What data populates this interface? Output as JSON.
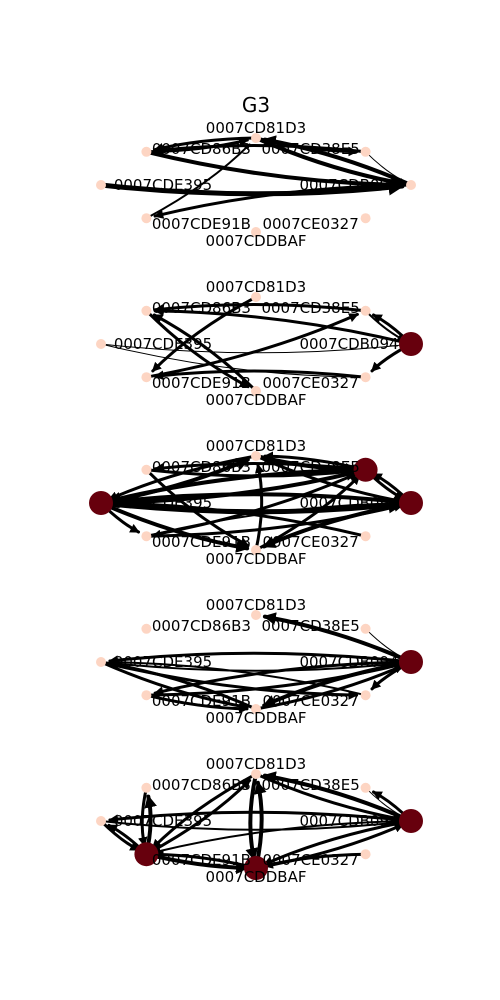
{
  "title": "G3",
  "node_ids": [
    "0007CD81D3",
    "0007CD38E5",
    "0007CDB094",
    "0007CE0327",
    "0007CDDBAF",
    "0007CDE91B",
    "0007CDE395",
    "0007CD86B3"
  ],
  "colors": {
    "node_hot": "#67000d",
    "node_cold": "#fdd5c3",
    "edge": "#000000",
    "text": "#000000"
  },
  "panels": [
    {
      "hot_nodes": [],
      "edges": [
        {
          "from": 0,
          "to": 7,
          "w": 3
        },
        {
          "from": 7,
          "to": 2,
          "w": 4
        },
        {
          "from": 2,
          "to": 0,
          "w": 4
        },
        {
          "from": 2,
          "to": 5,
          "w": 3
        },
        {
          "from": 6,
          "to": 2,
          "w": 5
        },
        {
          "from": 5,
          "to": 0,
          "w": 2
        },
        {
          "from": 0,
          "to": 1,
          "w": 3
        },
        {
          "from": 1,
          "to": 7,
          "w": 3
        },
        {
          "from": 1,
          "to": 2,
          "w": 1
        },
        {
          "from": 7,
          "to": 0,
          "w": 3
        },
        {
          "from": 0,
          "to": 2,
          "w": 4
        }
      ]
    },
    {
      "hot_nodes": [
        2
      ],
      "edges": [
        {
          "from": 0,
          "to": 5,
          "w": 3
        },
        {
          "from": 7,
          "to": 4,
          "w": 3
        },
        {
          "from": 1,
          "to": 7,
          "w": 3
        },
        {
          "from": 2,
          "to": 1,
          "w": 3
        },
        {
          "from": 1,
          "to": 2,
          "w": 2
        },
        {
          "from": 2,
          "to": 3,
          "w": 3
        },
        {
          "from": 3,
          "to": 5,
          "w": 3
        },
        {
          "from": 6,
          "to": 2,
          "w": 1
        },
        {
          "from": 5,
          "to": 1,
          "w": 3
        },
        {
          "from": 4,
          "to": 7,
          "w": 3
        },
        {
          "from": 6,
          "to": 3,
          "w": 1
        },
        {
          "from": 2,
          "to": 7,
          "w": 3
        }
      ]
    },
    {
      "hot_nodes": [
        1,
        2,
        6
      ],
      "edges": [
        {
          "from": 6,
          "to": 1,
          "w": 4
        },
        {
          "from": 6,
          "to": 2,
          "w": 5
        },
        {
          "from": 6,
          "to": 0,
          "w": 4
        },
        {
          "from": 0,
          "to": 6,
          "w": 3
        },
        {
          "from": 1,
          "to": 6,
          "w": 4
        },
        {
          "from": 2,
          "to": 6,
          "w": 4
        },
        {
          "from": 6,
          "to": 4,
          "w": 4
        },
        {
          "from": 6,
          "to": 5,
          "w": 3
        },
        {
          "from": 1,
          "to": 7,
          "w": 3
        },
        {
          "from": 7,
          "to": 1,
          "w": 3
        },
        {
          "from": 2,
          "to": 4,
          "w": 4
        },
        {
          "from": 4,
          "to": 1,
          "w": 3
        },
        {
          "from": 0,
          "to": 1,
          "w": 4
        },
        {
          "from": 1,
          "to": 0,
          "w": 3
        },
        {
          "from": 0,
          "to": 2,
          "w": 3
        },
        {
          "from": 5,
          "to": 1,
          "w": 3
        },
        {
          "from": 1,
          "to": 2,
          "w": 3
        },
        {
          "from": 2,
          "to": 1,
          "w": 3
        },
        {
          "from": 7,
          "to": 4,
          "w": 3
        },
        {
          "from": 3,
          "to": 6,
          "w": 3
        },
        {
          "from": 4,
          "to": 0,
          "w": 3
        },
        {
          "from": 5,
          "to": 2,
          "w": 3
        },
        {
          "from": 2,
          "to": 5,
          "w": 2
        }
      ]
    },
    {
      "hot_nodes": [
        2
      ],
      "edges": [
        {
          "from": 2,
          "to": 0,
          "w": 4
        },
        {
          "from": 1,
          "to": 2,
          "w": 1
        },
        {
          "from": 6,
          "to": 2,
          "w": 2
        },
        {
          "from": 2,
          "to": 6,
          "w": 3
        },
        {
          "from": 2,
          "to": 5,
          "w": 3
        },
        {
          "from": 2,
          "to": 4,
          "w": 4
        },
        {
          "from": 2,
          "to": 3,
          "w": 3
        },
        {
          "from": 6,
          "to": 4,
          "w": 3
        },
        {
          "from": 4,
          "to": 6,
          "w": 3
        },
        {
          "from": 5,
          "to": 2,
          "w": 3
        },
        {
          "from": 3,
          "to": 6,
          "w": 2
        },
        {
          "from": 6,
          "to": 3,
          "w": 3
        },
        {
          "from": 4,
          "to": 2,
          "w": 3
        },
        {
          "from": 5,
          "to": 4,
          "w": 3
        }
      ]
    },
    {
      "hot_nodes": [
        2,
        4,
        5
      ],
      "edges": [
        {
          "from": 2,
          "to": 0,
          "w": 4
        },
        {
          "from": 0,
          "to": 2,
          "w": 3
        },
        {
          "from": 2,
          "to": 1,
          "w": 3
        },
        {
          "from": 1,
          "to": 2,
          "w": 1
        },
        {
          "from": 0,
          "to": 4,
          "w": 4
        },
        {
          "from": 4,
          "to": 0,
          "w": 4
        },
        {
          "from": 5,
          "to": 7,
          "w": 4
        },
        {
          "from": 7,
          "to": 5,
          "w": 3
        },
        {
          "from": 5,
          "to": 6,
          "w": 3
        },
        {
          "from": 6,
          "to": 5,
          "w": 3
        },
        {
          "from": 2,
          "to": 6,
          "w": 3
        },
        {
          "from": 6,
          "to": 2,
          "w": 2
        },
        {
          "from": 5,
          "to": 4,
          "w": 4
        },
        {
          "from": 4,
          "to": 5,
          "w": 3
        },
        {
          "from": 2,
          "to": 4,
          "w": 3
        },
        {
          "from": 4,
          "to": 2,
          "w": 3
        },
        {
          "from": 0,
          "to": 5,
          "w": 3
        },
        {
          "from": 5,
          "to": 0,
          "w": 3
        },
        {
          "from": 3,
          "to": 4,
          "w": 3
        },
        {
          "from": 2,
          "to": 5,
          "w": 2
        }
      ]
    }
  ]
}
